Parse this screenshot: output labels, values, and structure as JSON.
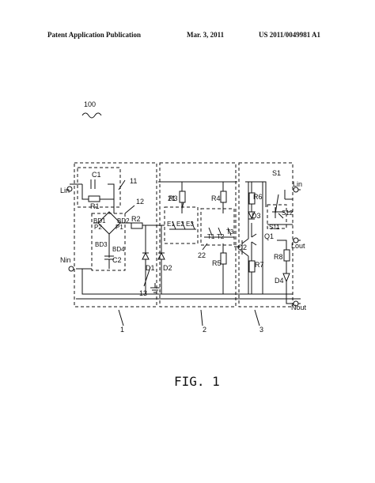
{
  "header": {
    "publication": "Patent Application Publication",
    "date": "Mar. 3, 2011",
    "number": "US 2011/0049981 A1"
  },
  "figure": {
    "caption": "FIG. 1",
    "ref_main": "100",
    "terminals": {
      "lin_left": "Lin",
      "nin": "Nin",
      "lin_right": "Lin",
      "lout": "Lout",
      "nout": "Nout"
    },
    "components": {
      "c1": "C1",
      "r1": "R1",
      "bd1": "BD1",
      "bd2": "BD2",
      "bd3": "BD3",
      "bd4": "BD4",
      "p2": "P2",
      "p1": "P1",
      "c2": "C2",
      "r2": "R2",
      "d1": "D1",
      "d2": "D2",
      "r3": "R3",
      "r4": "R4",
      "e1": "E1",
      "e2": "E2",
      "e3": "E3",
      "t1": "T1",
      "t2": "T2",
      "t3": "T3",
      "r5": "R5",
      "q2": "Q2",
      "r6": "R6",
      "d3": "D3",
      "s1": "S1",
      "s12": "S12",
      "s11": "S11",
      "q1": "Q1",
      "r7": "R7",
      "r8": "R8",
      "d4": "D4"
    },
    "refs": {
      "r11": "11",
      "r12": "12",
      "r13": "13",
      "r21": "21",
      "r22": "22",
      "r1": "1",
      "r2": "2",
      "r3": "3"
    }
  }
}
